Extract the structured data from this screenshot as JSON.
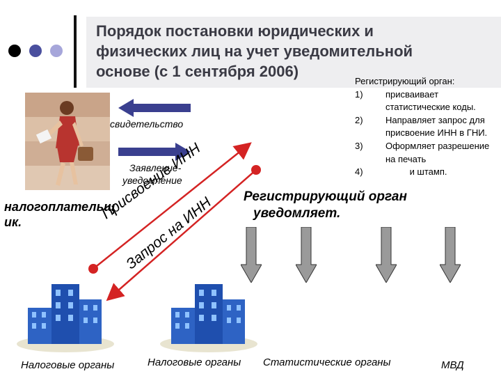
{
  "title": {
    "line1": "Порядок постановки юридических и",
    "line2": "физических лиц на учет уведомительной",
    "line3": "основе (с 1 сентября 2006)"
  },
  "nav_dots": {
    "colors": [
      "#000000",
      "#4a4f9e",
      "#a6a6da"
    ]
  },
  "left_panel": {
    "certificate_label": "свидетельство",
    "application_label_line1": "Заявление-",
    "application_label_line2": "уведомление",
    "taxpayer_label_line1": "налогоплательщ",
    "taxpayer_label_line2": "ик."
  },
  "diagonal": {
    "assign_inn": "Присвоение ИНН",
    "request_inn": "Запрос на ИНН",
    "arrow_color": "#d42323"
  },
  "middle": {
    "registering_body": "Регистрирующий орган",
    "notifies": "уведомляет."
  },
  "right_list": {
    "heading": "Регистрирующий  орган:",
    "items": [
      {
        "num": "1)",
        "text": "присваивает статистические коды."
      },
      {
        "num": "2)",
        "text": "Направляет запрос для присвоение ИНН в ГНИ."
      },
      {
        "num": "3)",
        "text": "Оформляет разрешение на печать"
      },
      {
        "num": "4)",
        "text": "и штамп."
      }
    ]
  },
  "bottom_labels": {
    "tax_bodies_left": "Налоговые органы",
    "tax_bodies_mid": "Налоговые органы",
    "statistics": "Статистические органы",
    "mvd": "МВД"
  },
  "colors": {
    "arrow_blue": "#3a3f8f",
    "down_arrow_fill": "#9a9a9a",
    "building_blue": "#2e63c4",
    "arrow_red": "#d42323"
  }
}
